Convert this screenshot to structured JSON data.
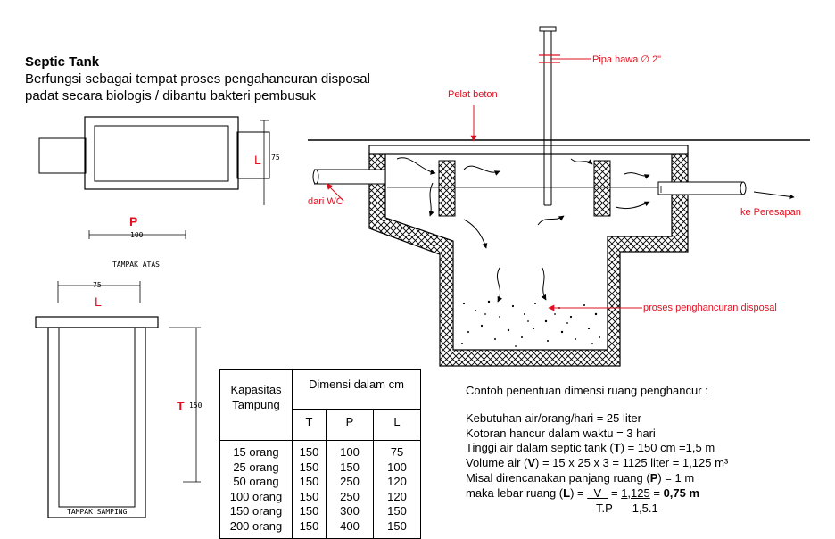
{
  "title": "Septic Tank",
  "description": [
    "Berfungsi sebagai tempat proses pengahancuran disposal",
    "padat secara biologis / dibantu  bakteri pembusuk"
  ],
  "top_view": {
    "label_l": "L",
    "dim_75": "75",
    "label_p": "P",
    "dim_100": "100",
    "caption": "TAMPAK ATAS"
  },
  "side_view": {
    "dim_75": "75",
    "label_l": "L",
    "label_t": "T",
    "dim_150": "150",
    "caption": "TAMPAK SAMPING"
  },
  "section": {
    "pipa_hawa": "Pipa hawa ∅ 2\"",
    "pelat_beton": "Pelat beton",
    "dari_wc": "dari WC",
    "ke_peresapan": "ke Peresapan",
    "proses": "proses penghancuran disposal"
  },
  "table": {
    "header_capacity": [
      "Kapasitas",
      "Tampung"
    ],
    "header_dimension": "Dimensi dalam cm",
    "columns": [
      "T",
      "P",
      "L"
    ],
    "rows": [
      {
        "capacity": "15 orang",
        "T": "150",
        "P": "100",
        "L": "75"
      },
      {
        "capacity": "25 orang",
        "T": "150",
        "P": "150",
        "L": "100"
      },
      {
        "capacity": "50 orang",
        "T": "150",
        "P": "250",
        "L": "120"
      },
      {
        "capacity": "100 orang",
        "T": "150",
        "P": "250",
        "L": "120"
      },
      {
        "capacity": "150 orang",
        "T": "150",
        "P": "300",
        "L": "150"
      },
      {
        "capacity": "200 orang",
        "T": "150",
        "P": "400",
        "L": "150"
      }
    ]
  },
  "calc": {
    "heading": "Contoh penentuan dimensi ruang penghancur :",
    "line1": "Kebutuhan air/orang/hari = 25 liter",
    "line2": "Kotoran hancur dalam waktu = 3 hari",
    "line3_a": "Tinggi air dalam septic tank (",
    "line3_b": "T",
    "line3_c": ") = 150 cm =1,5 m",
    "line4_a": "Volume air (",
    "line4_b": "V",
    "line4_c": ") =  15 x 25 x 3 = 1125  liter  = 1,125 m³",
    "line5_a": "Misal direncanakan panjang ruang (",
    "line5_b": "P",
    "line5_c": ") = 1 m",
    "line6_a": "maka lebar ruang (",
    "line6_b": "L",
    "line6_c": ") = ",
    "line6_d": "  V  ",
    "line6_e": " = ",
    "line6_f": "1,125",
    "line6_g": " = ",
    "line6_h": "0,75 m",
    "line7_a": "T.P",
    "line7_b": "1,5.1"
  }
}
